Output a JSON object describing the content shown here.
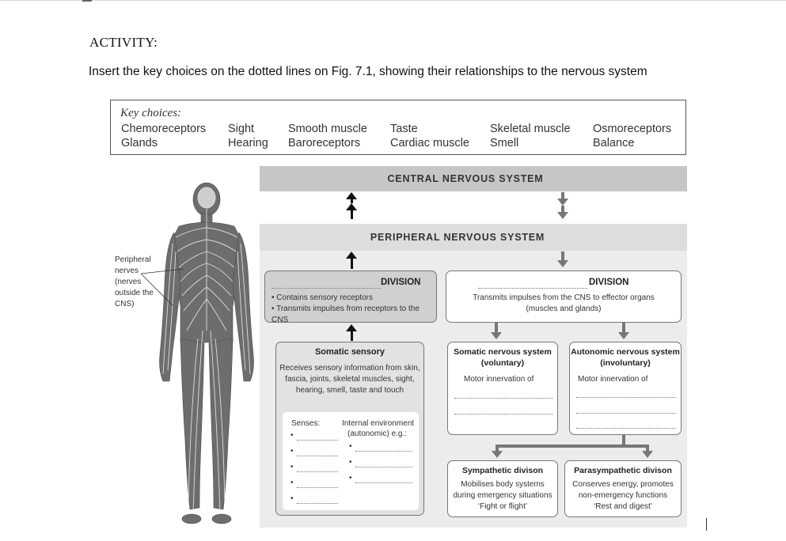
{
  "document": {
    "heading": "ACTIVITY:",
    "instruction": "Insert the key choices on the dotted lines on Fig. 7.1, showing their relationships to the nervous system"
  },
  "key_choices": {
    "title": "Key choices:",
    "row1": [
      "Chemoreceptors",
      "Sight",
      "Smooth muscle",
      "Taste",
      "Skeletal muscle",
      "Osmoreceptors"
    ],
    "row2": [
      "Glands",
      "Hearing",
      "Baroreceptors",
      "Cardiac muscle",
      "Smell",
      "Balance"
    ]
  },
  "figure": {
    "body_label": "Peripheral\nnerves\n(nerves\noutside the\nCNS)",
    "cns_label": "CENTRAL NERVOUS SYSTEM",
    "pns_label": "PERIPHERAL NERVOUS SYSTEM",
    "sensory_division": {
      "title": "DIVISION",
      "bullet1": "Contains sensory receptors",
      "bullet2": "Transmits impulses from receptors to the CNS"
    },
    "motor_division": {
      "title": "DIVISION",
      "line1": "Transmits impulses from the CNS to effector organs",
      "line2": "(muscles and glands)"
    },
    "somatic_sensory": {
      "title": "Somatic sensory",
      "line1": "Receives sensory information from skin,",
      "line2": "fascia, joints, skeletal muscles, sight,",
      "line3": "hearing, smell, taste and touch",
      "senses_label": "Senses:",
      "internal_label_1": "Internal environment",
      "internal_label_2": "(autonomic) e.g.:"
    },
    "somatic_ns": {
      "title1": "Somatic nervous system",
      "title2": "(voluntary)",
      "text": "Motor innervation of"
    },
    "autonomic_ns": {
      "title1": "Autonomic nervous system",
      "title2": "(involuntary)",
      "text": "Motor innervation of"
    },
    "sympathetic": {
      "title": "Sympathetic divison",
      "line1": "Mobilises body systems",
      "line2": "during emergency situations",
      "line3": "‘Fight or flight’"
    },
    "parasympathetic": {
      "title": "Parasympathetic divison",
      "line1": "Conserves energy, promotes",
      "line2": "non-emergency functions",
      "line3": "‘Rest and digest’"
    }
  }
}
